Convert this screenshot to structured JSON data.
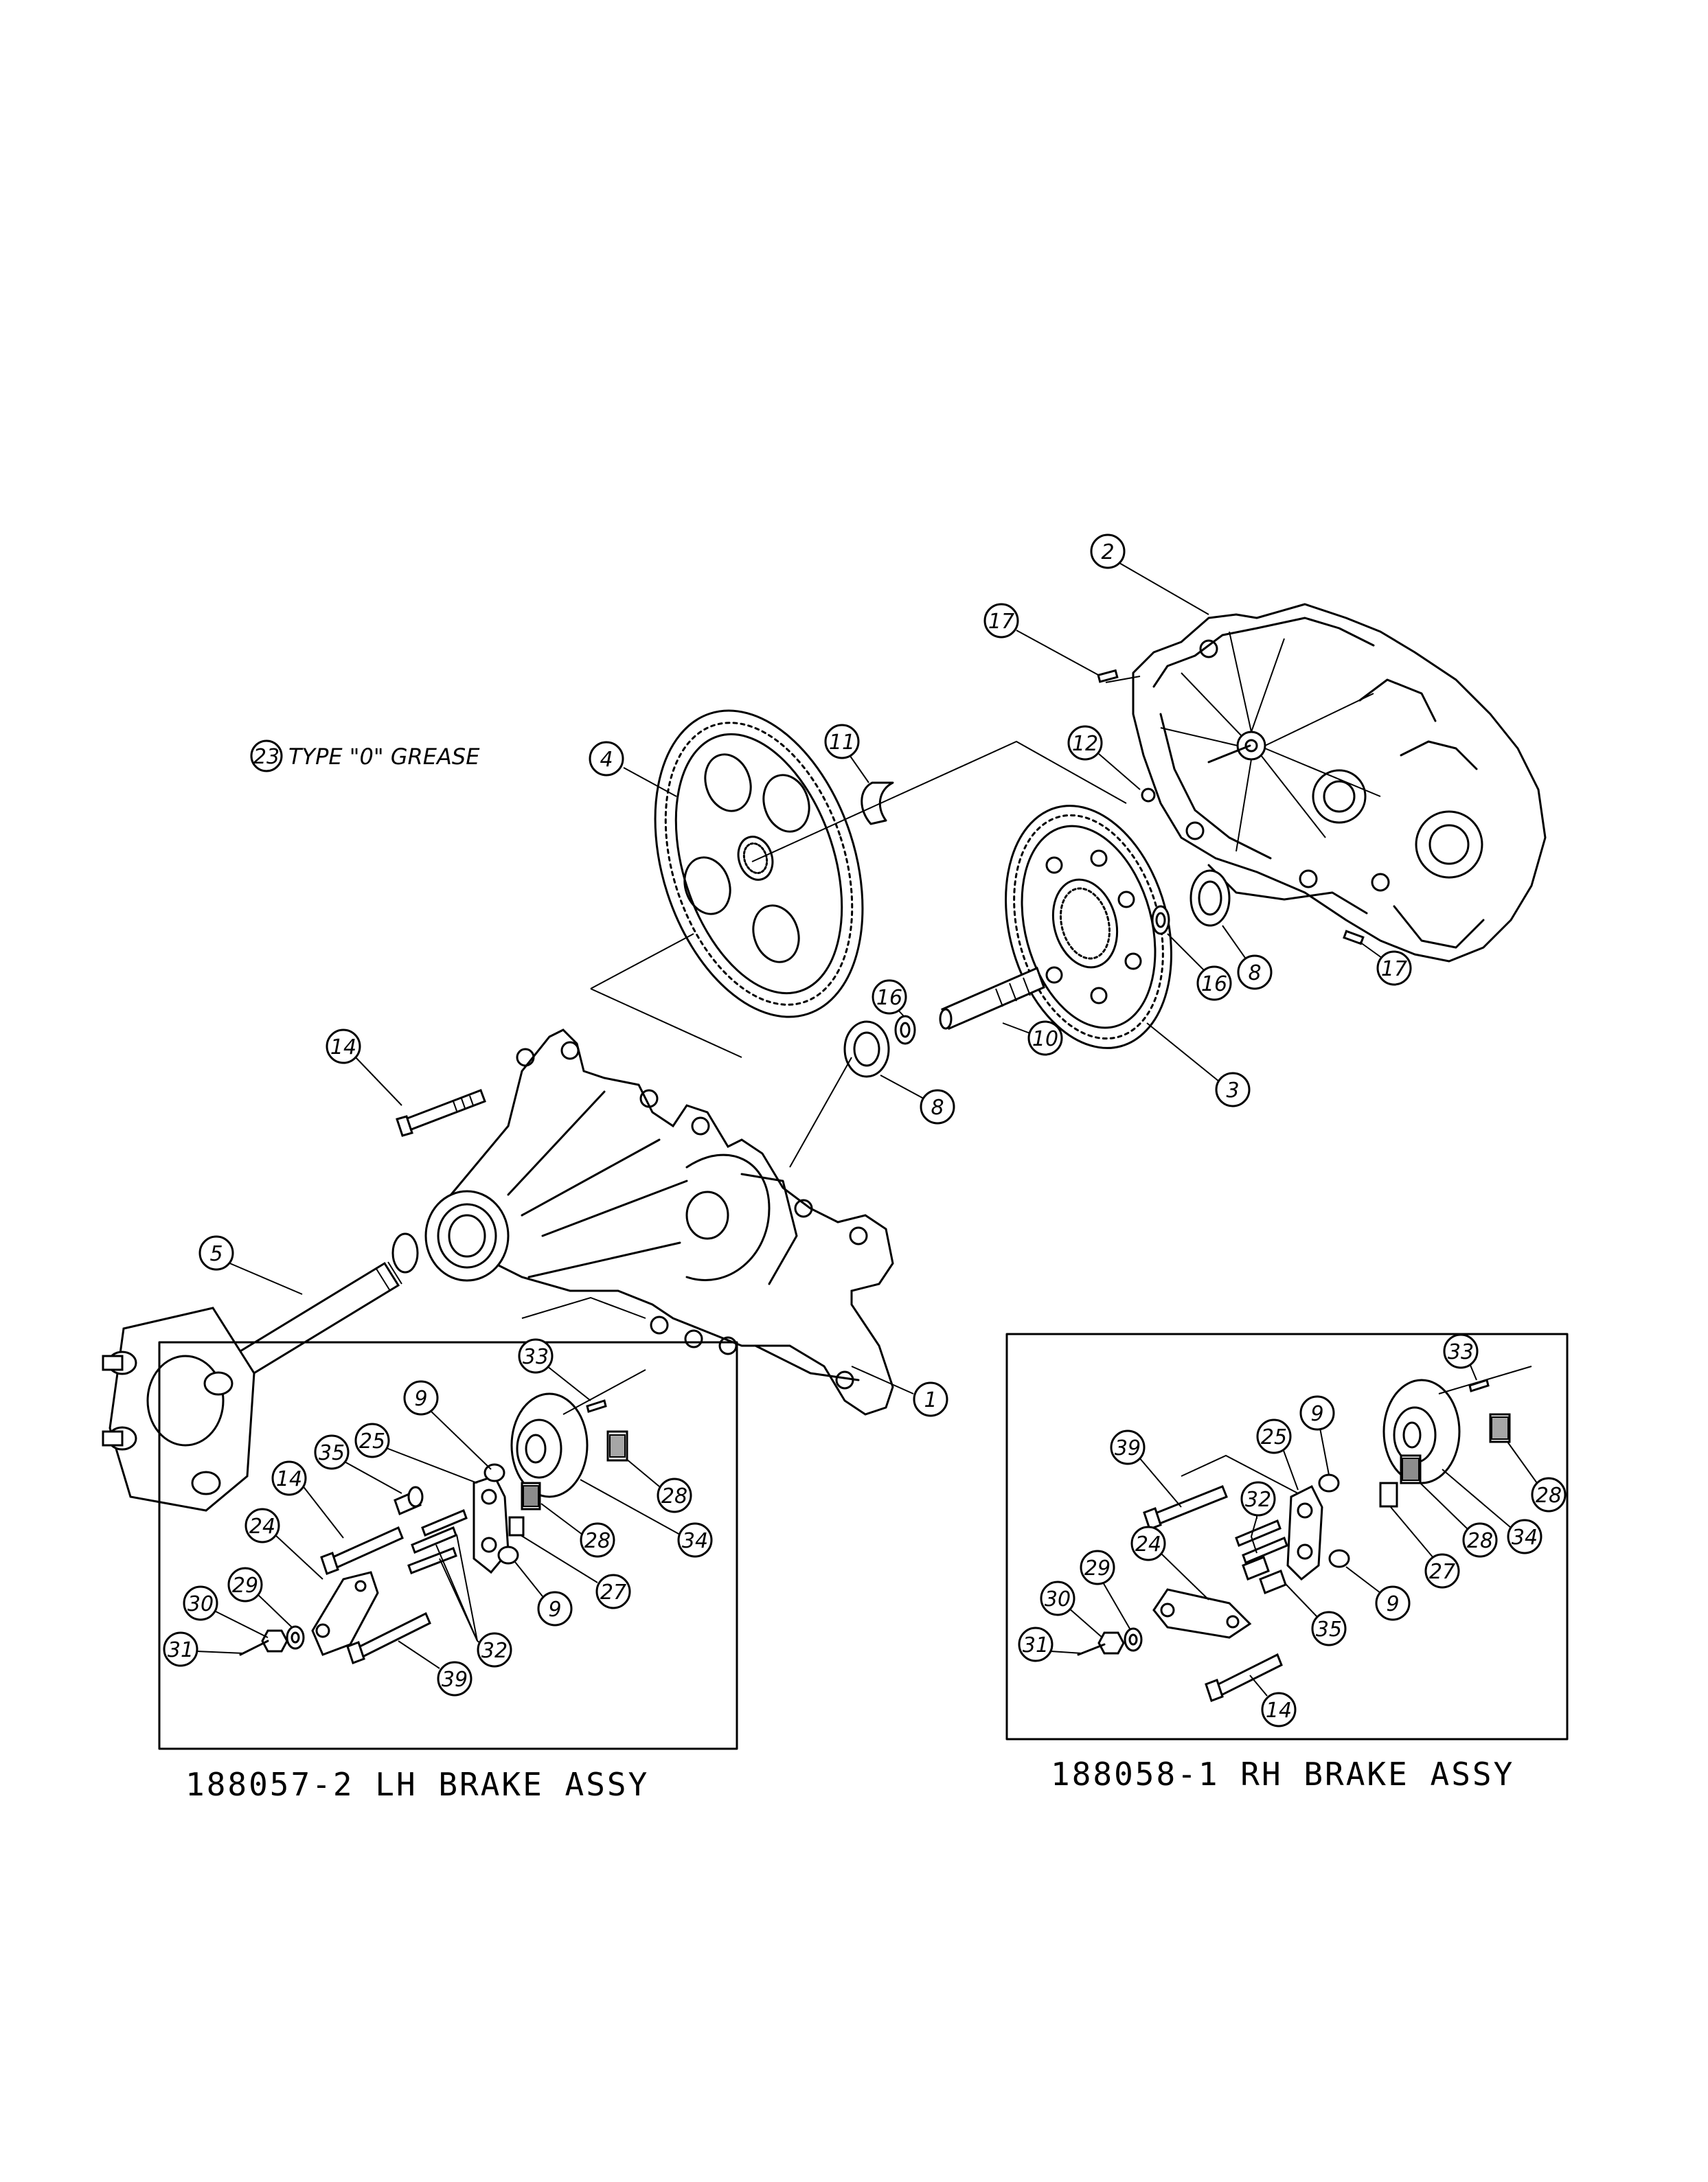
{
  "note": {
    "callout": "23",
    "text": "TYPE \"0\" GREASE"
  },
  "captions": {
    "lh": "188057-2 LH BRAKE ASSY",
    "rh": "188058-1 RH BRAKE ASSY"
  },
  "callouts": {
    "c1": "1",
    "c2": "2",
    "c3": "3",
    "c4": "4",
    "c5": "5",
    "c8a": "8",
    "c8b": "8",
    "c10": "10",
    "c11": "11",
    "c12": "12",
    "c14a": "14",
    "c16a": "16",
    "c16b": "16",
    "c17a": "17",
    "c17b": "17",
    "lh": {
      "c9a": "9",
      "c9b": "9",
      "c14": "14",
      "c24": "24",
      "c25": "25",
      "c27": "27",
      "c28a": "28",
      "c28b": "28",
      "c29": "29",
      "c30": "30",
      "c31": "31",
      "c32": "32",
      "c33": "33",
      "c34": "34",
      "c35": "35",
      "c39": "39"
    },
    "rh": {
      "c9a": "9",
      "c9b": "9",
      "c14": "14",
      "c24": "24",
      "c25": "25",
      "c27": "27",
      "c28a": "28",
      "c28b": "28",
      "c29": "29",
      "c30": "30",
      "c31": "31",
      "c32": "32",
      "c33": "33",
      "c34": "34",
      "c35": "35",
      "c39": "39"
    }
  }
}
